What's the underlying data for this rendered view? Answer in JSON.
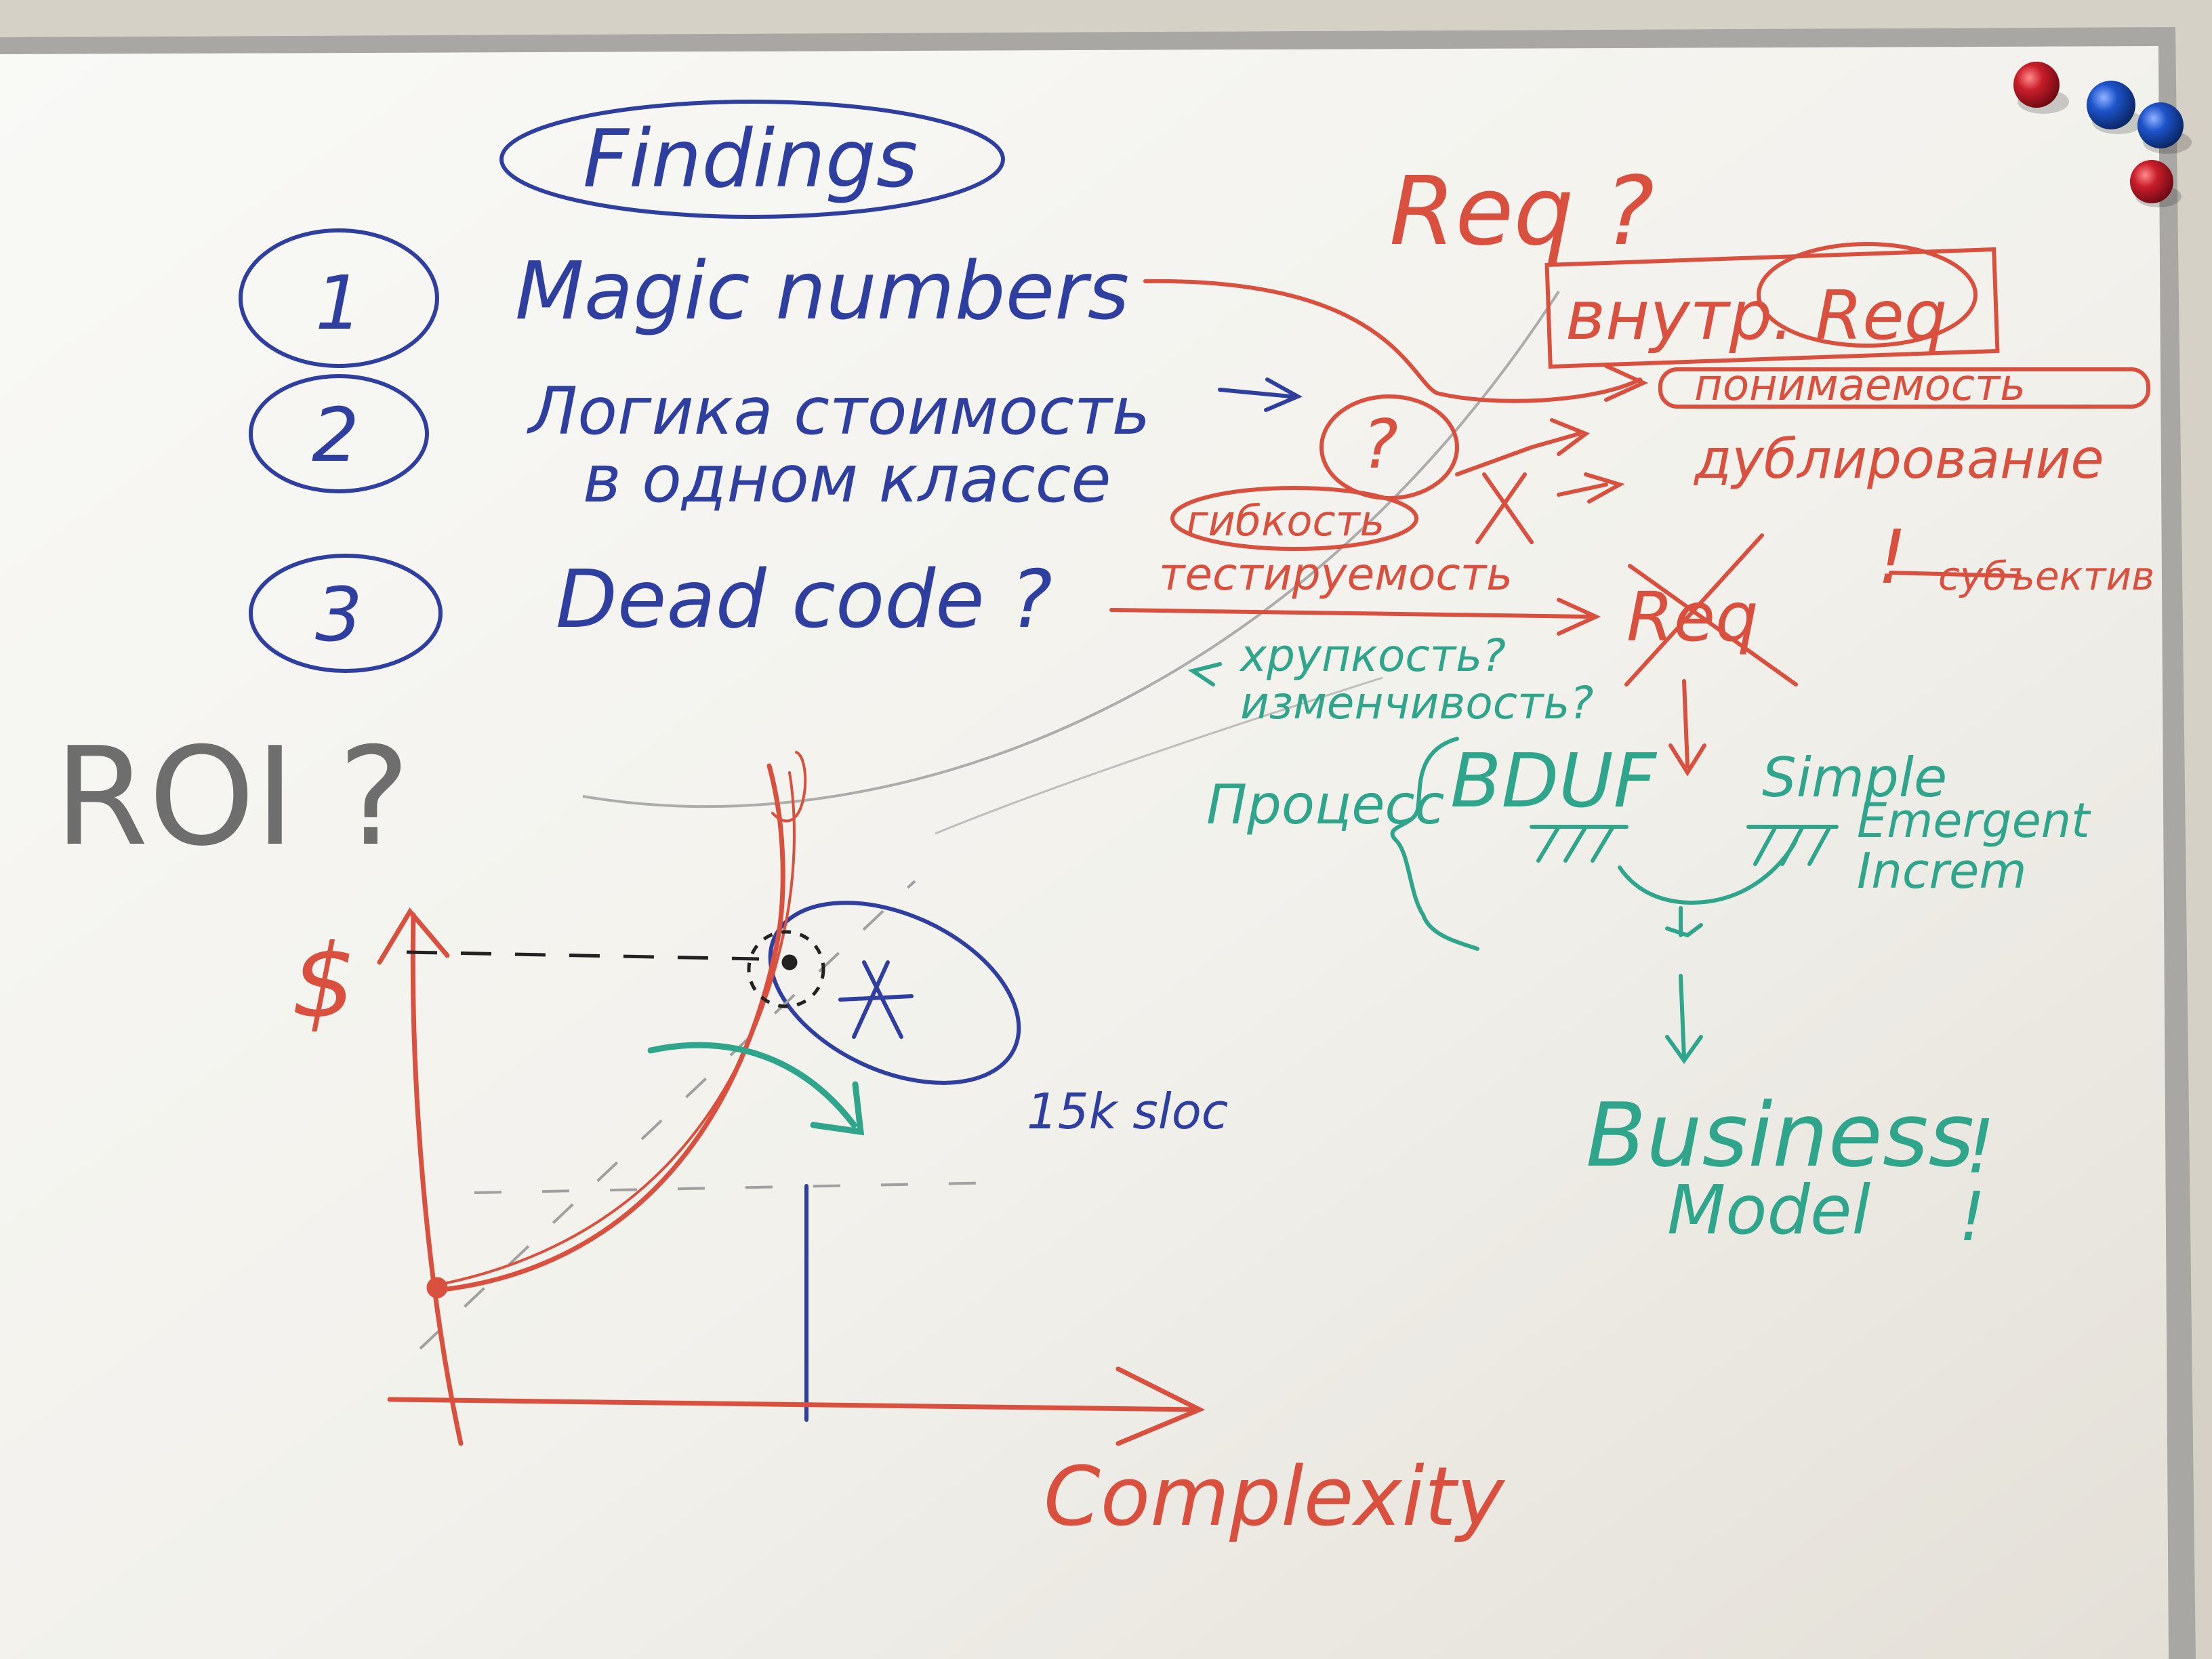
{
  "board": {
    "title": "Findings",
    "findings": [
      {
        "number": "1",
        "text": "Magic numbers"
      },
      {
        "number": "2",
        "text": "Логика стоимость",
        "text2": "в одном классе"
      },
      {
        "number": "3",
        "text": "Dead code ?"
      }
    ],
    "roi_label": "ROI ?",
    "chart": {
      "y_label": "$",
      "x_label": "Complexity",
      "marker_label": "15k sloc"
    },
    "req_section": {
      "heading": "Req ?",
      "box_label": "внутр. Req",
      "items": [
        "понимаемость",
        "дублирование",
        "гибкость",
        "тестируемость",
        "субъектив",
        "Req"
      ],
      "question_mark": "?",
      "exclamation": "!"
    },
    "green_section": {
      "notes": [
        "хрупкость?",
        "изменчивость?"
      ],
      "process_label": "Процесс",
      "bduf": "BDUF",
      "approaches": [
        "Simple",
        "Emergent",
        "Increm"
      ],
      "business": "Business",
      "model": "Model",
      "marks": [
        "!",
        "!"
      ]
    }
  },
  "colors": {
    "blue_marker": "#2f3fa0",
    "red_marker": "#d9503f",
    "green_marker": "#2fa58c",
    "gray_marker": "#777777",
    "board_white": "#f7f6f1",
    "frame": "#b9b7b3"
  },
  "magnets": [
    {
      "color": "#c81d2a",
      "icon": "magnet-icon"
    },
    {
      "color": "#1d52c9",
      "icon": "magnet-icon"
    },
    {
      "color": "#1d52c9",
      "icon": "magnet-icon"
    },
    {
      "color": "#c81d2a",
      "icon": "magnet-icon"
    }
  ]
}
